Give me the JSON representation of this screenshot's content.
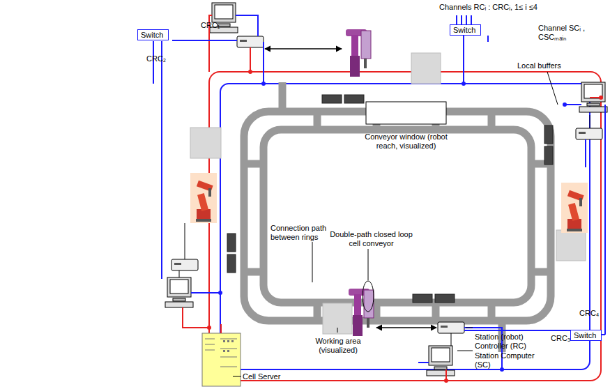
{
  "diagram": {
    "nodes": [
      {
        "text": [
          "Switch"
        ]
      },
      {
        "text": [
          "Switch"
        ]
      },
      {
        "text": [
          "Switch"
        ]
      }
    ],
    "labels": [
      "Channels RCᵢ : CRCᵢ, 1≤ i ≤4",
      "Channel SCᵢ , CSCₘₐᵢₙ",
      "CRC₁",
      "CRC₂",
      "Local buffers",
      "Conveyor window (robot reach, visualized)",
      "Connection path between rings",
      "Double-path closed loop cell conveyor",
      "Working area (visualized)",
      "CRC₄",
      "CRC₃",
      "Station (robot) Controller (RC)",
      "Station Computer (SC)",
      "Cell Server"
    ]
  }
}
